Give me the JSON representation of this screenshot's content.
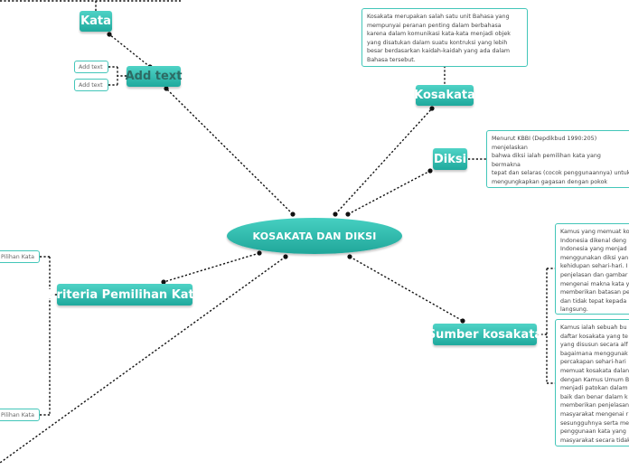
{
  "central": {
    "label": "KOSAKATA DAN DIKSI"
  },
  "topics": {
    "kata": "Kata",
    "add_text": "Add text",
    "kosakata": "Kosakata",
    "diksi": "Diksi",
    "kriteria": "Kriteria Pemilihan Kata",
    "sumber": "Sumber kosakata"
  },
  "subtopics": {
    "add_text_1": "Add text",
    "add_text_2": "Add text",
    "kriteria_1": "Pilihan Kata",
    "kriteria_2": "Pilihan Kata"
  },
  "notes": {
    "kosakata": "Kosakata merupakan salah satu unit Bahasa yang\nmempunyai peranan penting dalam berbahasa\nkarena dalam komunikasi kata-kata menjadi objek\nyang disatukan dalam suatu kontruksi yang lebih\nbesar berdasarkan kaidah-kaidah yang ada dalam\nBahasa tersebut.",
    "diksi": "Menurut KBBI (Depdikbud 1990:205) menjelaskan\nbahwa diksi ialah pemilihan kata yang bermakna\ntepat dan selaras (cocok penggunaannya) untuk\nmengungkapkan gagasan dengan pokok\npembicaraan, peristiwa dan khalayak pembaca atau\npendengar pilihan kata-kata.",
    "sumber_1": "Kamus yang memuat ko\nIndonesia dikenal deng\nIndonesia yang menjad\nmenggunakan diksi yan\nkehidupan sehari-hari. I\npenjelasan dan gambar\nmengenai makna kata y\nmemberikan batasan pe\ndan tidak tepat kepada\nlangsung.",
    "sumber_2": "Kamus ialah sebuah bu\ndaftar kosakata yang te\nyang disusun secara alf\nbagaimana menggunak\npercakapan sehari-hari\nmemuat kosakata dalan\ndengan Kamus Umum B\nmenjadi patokan dalam\nbaik dan benar dalam k\nmemberikan penjelasan\nmasyarakat mengenai r\nsesungguhnya serta me\npenggunaan kata yang\nmasyarakat secara tidak"
  },
  "colors": {
    "topic": "#2bb3a6",
    "border": "#43c6b9",
    "line": "#111111"
  }
}
